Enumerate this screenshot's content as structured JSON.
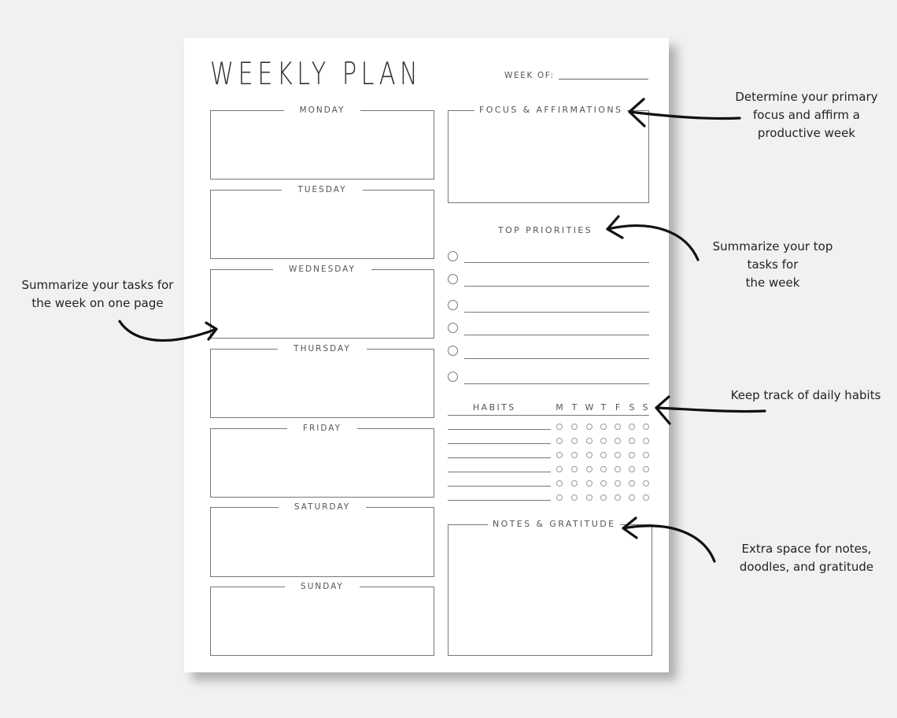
{
  "planner": {
    "title": "WEEKLY PLAN",
    "week_of_label": "WEEK OF:",
    "days": [
      "MONDAY",
      "TUESDAY",
      "WEDNESDAY",
      "THURSDAY",
      "FRIDAY",
      "SATURDAY",
      "SUNDAY"
    ],
    "focus_label": "FOCUS & AFFIRMATIONS",
    "priorities_label": "TOP PRIORITIES",
    "habits_label": "HABITS",
    "habit_days": [
      "M",
      "T",
      "W",
      "T",
      "F",
      "S",
      "S"
    ],
    "notes_label": "NOTES & GRATITUDE"
  },
  "annotations": {
    "focus": [
      "Determine your primary",
      "focus and affirm a",
      "productive week"
    ],
    "priorities": [
      "Summarize your top",
      "tasks for",
      "the week"
    ],
    "days": [
      "Summarize your tasks for",
      "the week on one page"
    ],
    "habits": [
      "Keep track of daily habits"
    ],
    "notes": [
      "Extra space for notes,",
      "doodles, and gratitude"
    ]
  },
  "colors": {
    "background": "#f1f1f1",
    "page": "#ffffff",
    "ink": "#333333",
    "arrow": "#111111"
  }
}
